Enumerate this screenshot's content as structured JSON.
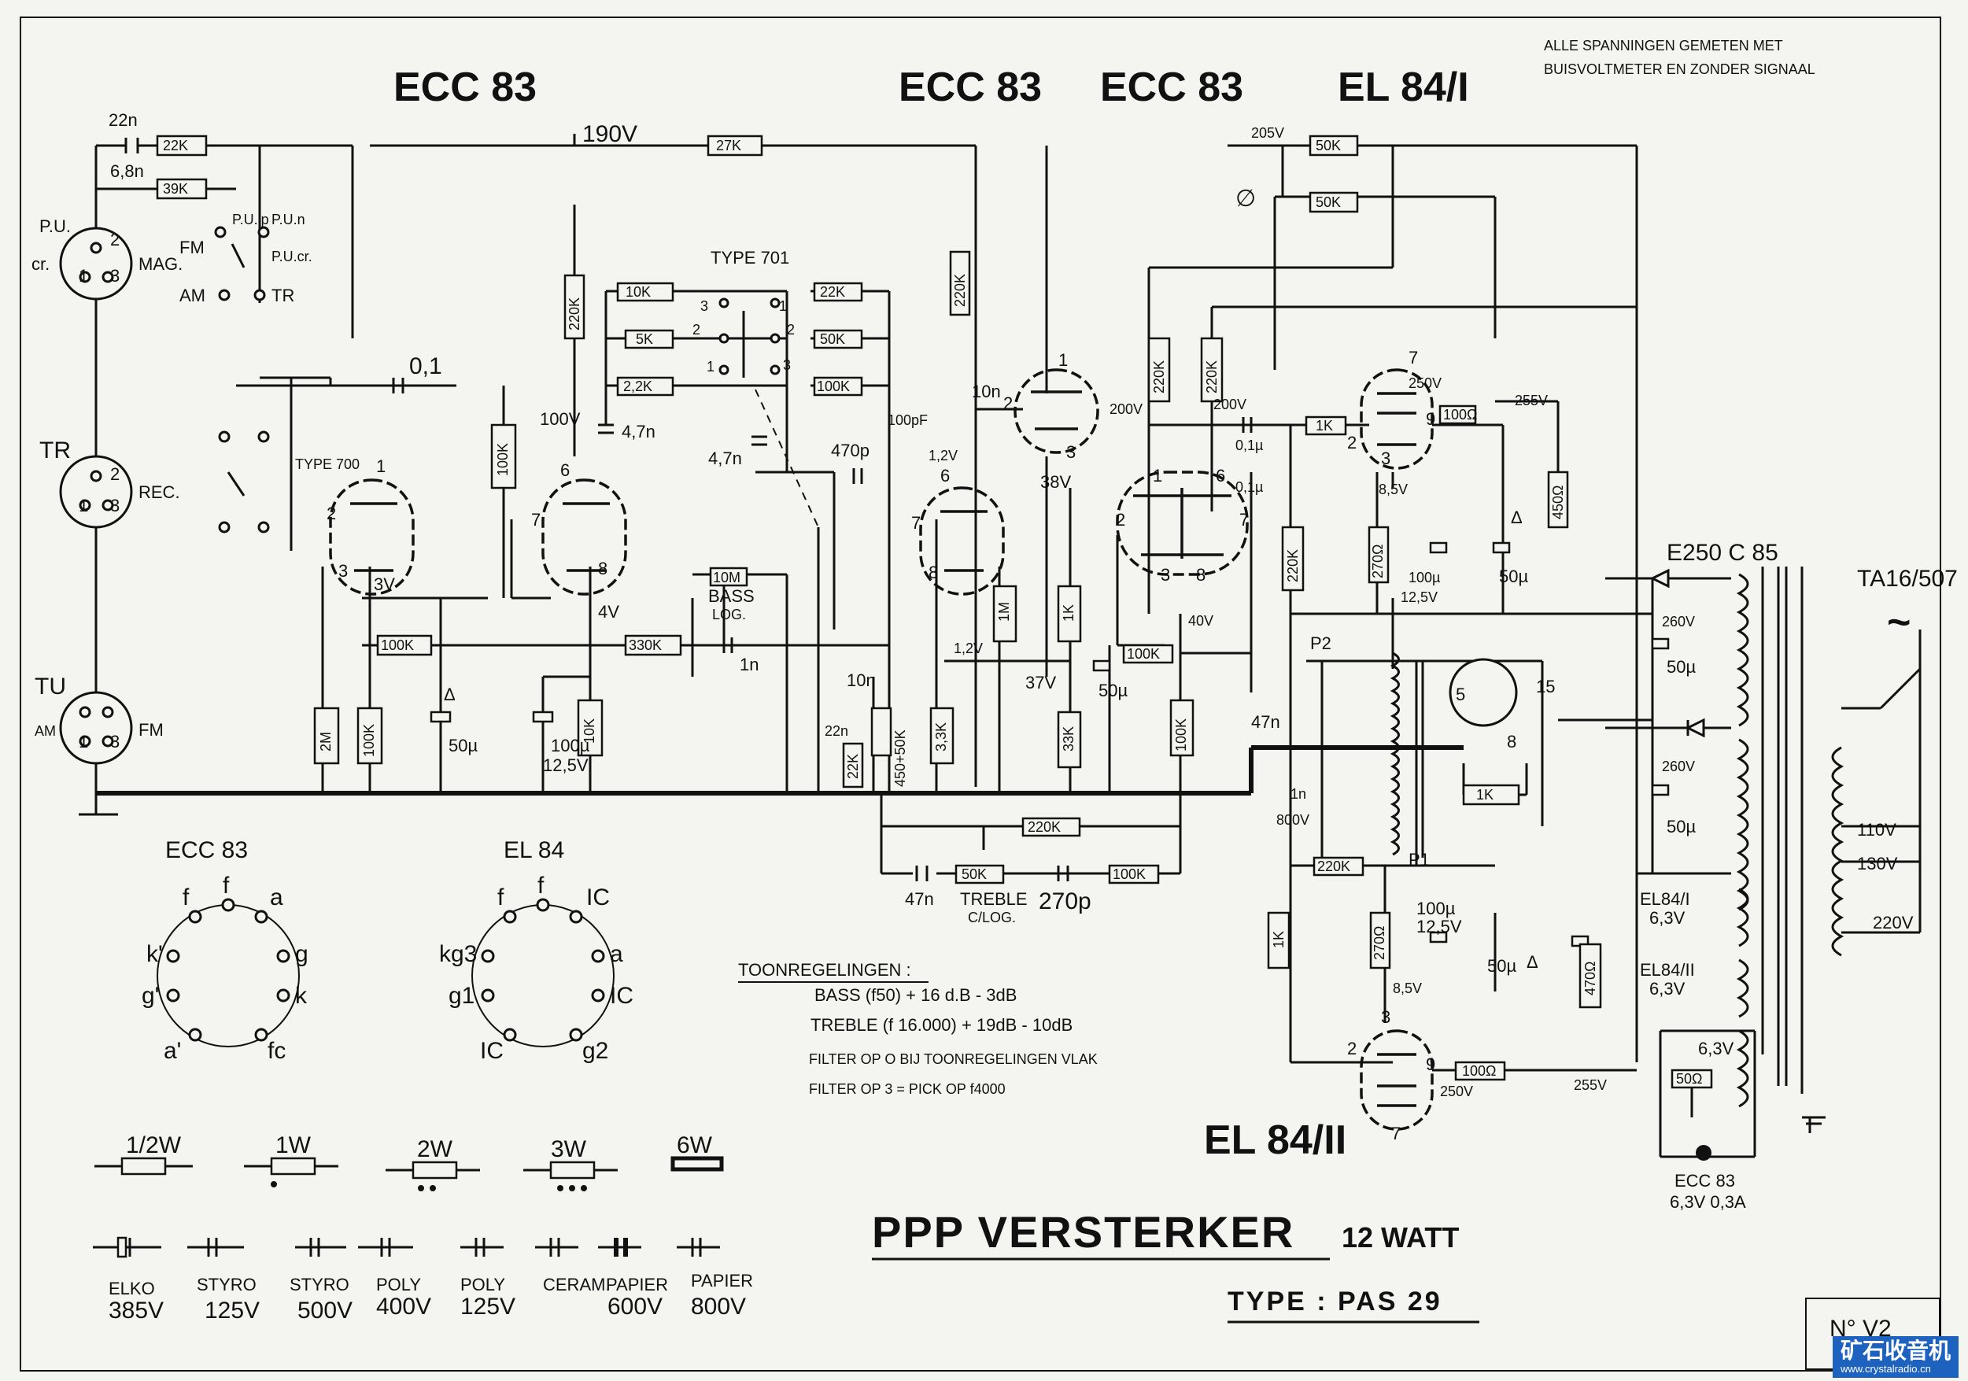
{
  "header": {
    "note_line1": "ALLE SPANNINGEN GEMETEN MET",
    "note_line2": "BUISVOLTMETER EN ZONDER SIGNAAL",
    "tube1": "ECC 83",
    "tube2": "ECC 83",
    "tube3": "ECC 83",
    "tube4": "EL 84/I",
    "tube5": "EL 84/II"
  },
  "inputs": {
    "pu": "P.U.",
    "cr": "cr.",
    "mag": "MAG.",
    "tr": "TR",
    "rec": "REC.",
    "tu": "TU",
    "am": "AM",
    "fm": "FM",
    "sw_pul": "P.U.lp",
    "sw_pun": "P.U.n",
    "sw_fm": "FM",
    "sw_am": "AM",
    "sw_tr": "TR",
    "sw_pucr": "P.U.cr.",
    "pin1": "1",
    "pin2": "2",
    "pin3": "3"
  },
  "switches": {
    "type700": "TYPE 700",
    "type701": "TYPE 701"
  },
  "components": {
    "c22n": "22n",
    "r22k": "22K",
    "c68n": "6,8n",
    "r39k": "39K",
    "c01": "0,1",
    "r100k_a": "100K",
    "r2m": "2M",
    "r100k_b": "100K",
    "c50u_a": "50µ",
    "r100k_c": "100K",
    "v190": "190V",
    "r220k_a": "220K",
    "v100": "100V",
    "c47n_a": "4,7n",
    "r330k": "330K",
    "c100u_a": "100µ",
    "v125_a": "12,5V",
    "r10k_a": "10K",
    "v3": "3V",
    "v4": "4V",
    "sw_r10k": "10K",
    "sw_r5k": "5K",
    "sw_r22k_a": "2,2K",
    "sw_r22k_b": "22K",
    "sw_r50k": "50K",
    "sw_r100k": "100K",
    "c47n_b": "4,7n",
    "c470p": "470p",
    "r10m": "10M",
    "bass": "BASS",
    "log": "LOG.",
    "c1n": "1n",
    "r27k": "27K",
    "r220k_b": "220K",
    "c10n_a": "10n",
    "c100p": "100pF",
    "v12": "1,2V",
    "v12b": "1,2V",
    "c10n_b": "10n",
    "c22n_b": "22n",
    "r22k_c": "22K",
    "pot": "450+50K",
    "r33k_a": "3,3K",
    "v38": "38V",
    "r1m": "1M",
    "r1k_a": "1K",
    "v37": "37V",
    "r33k_b": "33K",
    "c50u_b": "50µ",
    "r220k_c": "220K",
    "c47n_c": "47n",
    "treble": "TREBLE",
    "clog": "C/LOG.",
    "r50k_t": "50K",
    "c270p": "270p",
    "r100k_d": "100K",
    "v205": "205V",
    "r50k_a": "50K",
    "r50k_b": "50K",
    "r220k_d": "220K",
    "r220k_e": "220K",
    "v200_a": "200V",
    "v200_b": "200V",
    "c01u_a": "0,1µ",
    "c01u_b": "0,1µ",
    "r1k_b": "1K",
    "r220k_f": "220K",
    "r100k_e": "100K",
    "v40": "40V",
    "r100k_f": "100K",
    "c47n_d": "47n",
    "v250_a": "250V",
    "r100o_a": "100Ω",
    "v255_a": "255V",
    "v85_a": "8,5V",
    "r270o_a": "270Ω",
    "c100u_b": "100µ",
    "v125_b": "12,5V",
    "c50u_c": "50µ",
    "r450o": "450Ω",
    "p2": "P2",
    "p1": "P1",
    "r1k_c": "1K",
    "c1n_b": "1n",
    "v800": "800V",
    "r220k_g": "220K",
    "r1k_d": "1K",
    "r270o_b": "270Ω",
    "c100u_c": "100µ",
    "v125_c": "12,5V",
    "v85_b": "8,5V",
    "c50u_d": "50µ",
    "r470o": "470Ω",
    "v250_b": "250V",
    "r100o_b": "100Ω",
    "v255_b": "255V",
    "n5": "5",
    "n15": "15",
    "n8": "8"
  },
  "psu": {
    "rect": "E250 C 85",
    "xfmr": "TA16/507",
    "v260_a": "260V",
    "c50u_e": "50µ",
    "v260_b": "260V",
    "c50u_f": "50µ",
    "v110": "110V",
    "v130": "130V",
    "v220": "220V",
    "el84i": "EL84/I",
    "el84i_v": "6,3V",
    "el84ii": "EL84/II",
    "el84ii_v": "6,3V",
    "heater_v": "6,3V",
    "r50o": "50Ω",
    "lamp": "ECC 83",
    "lamp_v": "6,3V 0,3A",
    "mains": "~"
  },
  "pinouts": {
    "ecc83": "ECC 83",
    "ecc83_pins": [
      "f",
      "f",
      "a",
      "g",
      "k",
      "fc",
      "a'",
      "g'",
      "k'"
    ],
    "el84": "EL 84",
    "el84_pins": [
      "f",
      "f",
      "IC",
      "a",
      "IC",
      "g2",
      "IC",
      "g1",
      "kg3"
    ]
  },
  "tone": {
    "title": "TOONREGELINGEN :",
    "bass": "BASS (f50) + 16 d.B - 3dB",
    "treble": "TREBLE (f 16.000) + 19dB - 10dB",
    "filter0": "FILTER OP O BIJ TOONREGELINGEN VLAK",
    "filter3": "FILTER OP 3 = PICK OP f4000"
  },
  "legend": {
    "w_half": "1/2W",
    "w_1": "1W",
    "w_2": "2W",
    "w_3": "3W",
    "w_6": "6W",
    "caps": [
      {
        "name": "ELKO",
        "v": "385V"
      },
      {
        "name": "STYRO",
        "v": "125V"
      },
      {
        "name": "STYRO",
        "v": "500V"
      },
      {
        "name": "POLY",
        "v": "400V"
      },
      {
        "name": "POLY",
        "v": "125V"
      },
      {
        "name": "CERAM.",
        "v": ""
      },
      {
        "name": "PAPIER",
        "v": "600V"
      },
      {
        "name": "PAPIER",
        "v": "800V"
      }
    ]
  },
  "title_block": {
    "title": "PPP VERSTERKER",
    "watt": "12 WATT",
    "type": "TYPE : PAS 29",
    "no": "N° V2"
  },
  "watermark": {
    "cn": "矿石收音机",
    "url": "www.crystalradio.cn"
  }
}
